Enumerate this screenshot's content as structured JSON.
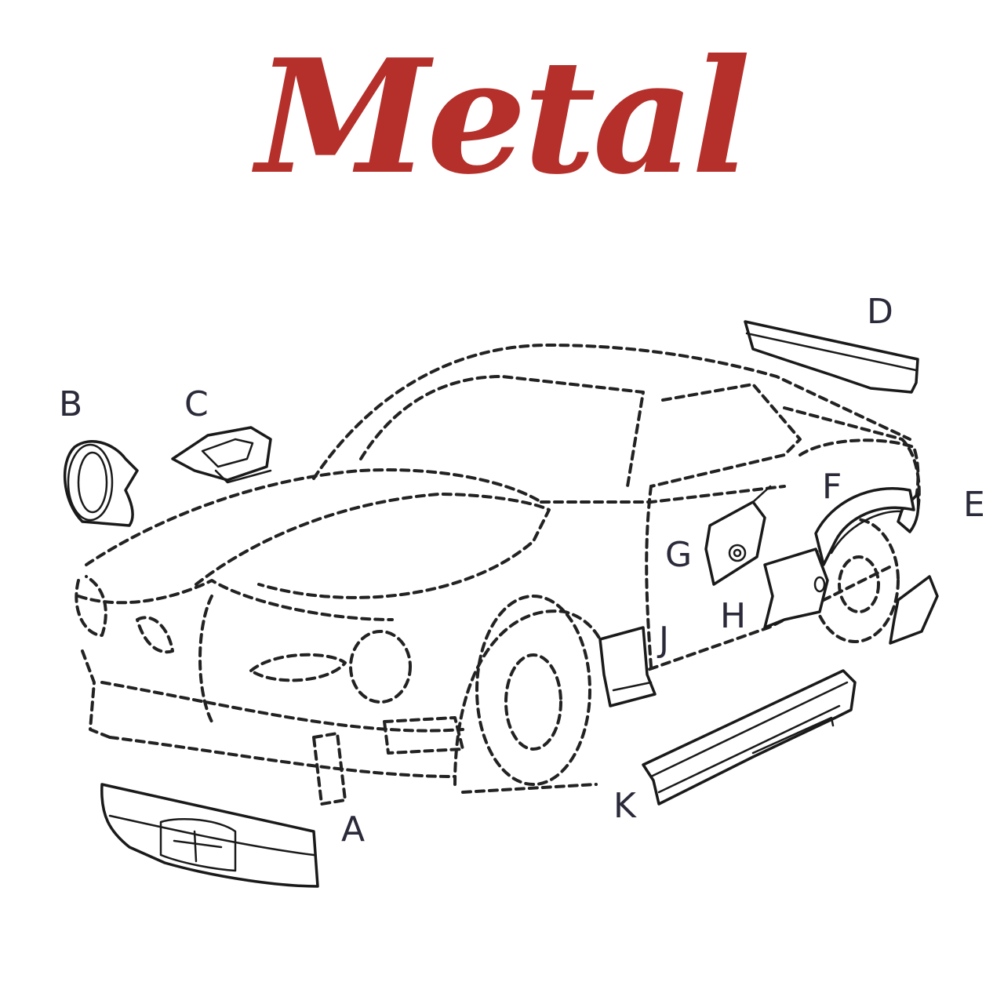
{
  "title": {
    "text": "Metal",
    "color": "#b5302b"
  },
  "labels": {
    "A": "A",
    "B": "B",
    "C": "C",
    "D": "D",
    "E": "E",
    "F": "F",
    "G": "G",
    "H": "H",
    "J": "J",
    "K": "K"
  }
}
